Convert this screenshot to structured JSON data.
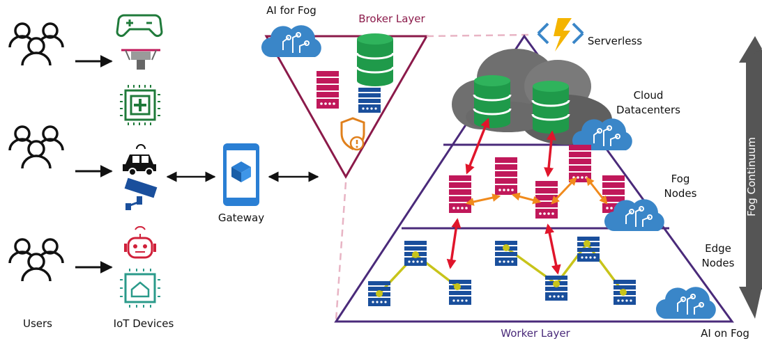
{
  "labels": {
    "users": "Users",
    "iot_devices": "IoT Devices",
    "gateway": "Gateway",
    "ai_for_fog": "AI for Fog",
    "broker_layer": "Broker Layer",
    "serverless": "Serverless",
    "cloud_line1": "Cloud",
    "cloud_line2": "Datacenters",
    "fog_line1": "Fog",
    "fog_line2": "Nodes",
    "edge_line1": "Edge",
    "edge_line2": "Nodes",
    "worker_layer": "Worker Layer",
    "ai_on_fog": "AI on Fog",
    "fog_continuum": "Fog Continuum"
  },
  "colors": {
    "broker": "#8b1a4a",
    "worker": "#4a2a7a",
    "server_red": "#c0185a",
    "server_blue": "#1a4f9c",
    "db_green": "#1f9a4a",
    "cloud_gray": "#6f6f6f",
    "ai_cloud": "#3a86c8",
    "link_red": "#e0152b",
    "link_orange": "#f08a1c",
    "link_yellow": "#c8c41a"
  },
  "icons": [
    "users-icon",
    "gamepad-icon",
    "drone-icon",
    "medical-chip-icon",
    "car-icon",
    "cctv-camera-icon",
    "robot-icon",
    "smart-home-icon",
    "smartphone-gateway-icon",
    "serverless-lightning-icon",
    "security-shield-icon",
    "database-icon",
    "server-rack-icon",
    "ai-cloud-icon"
  ]
}
